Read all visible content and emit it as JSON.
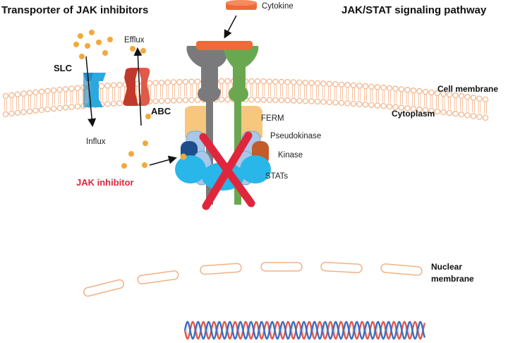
{
  "titles": {
    "left": "Transporter of JAK inhibitors",
    "right": "JAK/STAT signaling pathway"
  },
  "labels": {
    "cytokine": "Cytokine",
    "efflux": "Efflux",
    "slc": "SLC",
    "abc": "ABC",
    "influx": "Influx",
    "jak_inhibitor": "JAK inhibitor",
    "cell_membrane": "Cell membrane",
    "cytoplasm": "Cytoplasm",
    "ferm": "FERM",
    "pseudokinase": "Pseudokinase",
    "kinase": "Kinase",
    "stats": "STATs",
    "nuclear_membrane_line1": "Nuclear",
    "nuclear_membrane_line2": "membrane"
  },
  "colors": {
    "cytokine": "#ef6a3a",
    "receptor_gray": "#7a7a7c",
    "receptor_green": "#6aa84f",
    "ferm": "#f6c77c",
    "pseudokinase": "#a9c7e8",
    "kinase": "#c55a2a",
    "stats": "#29b6e8",
    "inhibitor_x": "#e0263c",
    "slc": "#2aa9e0",
    "abc": "#c0392b",
    "drug_dot": "#f2a93b",
    "membrane": "#f4b183",
    "dna_red": "#e05a4a",
    "dna_blue": "#3a6fc4"
  }
}
